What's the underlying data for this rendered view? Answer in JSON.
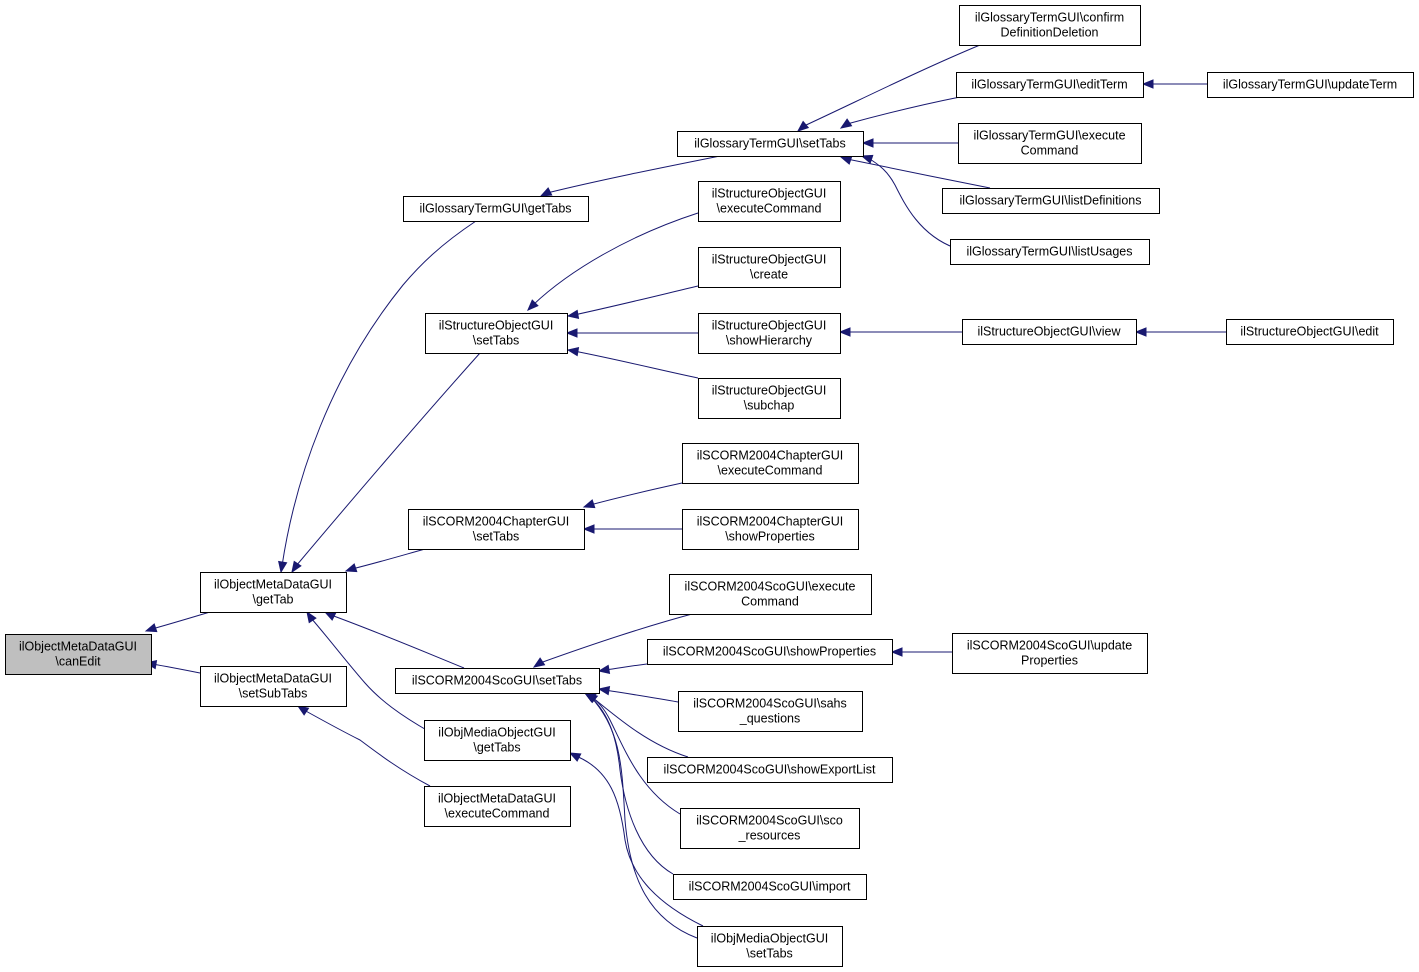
{
  "colors": {
    "edge": "#191970",
    "node_border": "#000000",
    "root_fill": "#bfbfbf",
    "node_fill": "#ffffff"
  },
  "nodes": [
    {
      "id": "canEdit",
      "lines": [
        "ilObjectMetaDataGUI",
        "\\canEdit"
      ],
      "highlight": true
    },
    {
      "id": "getTab",
      "lines": [
        "ilObjectMetaDataGUI",
        "\\getTab"
      ]
    },
    {
      "id": "setSubTabs",
      "lines": [
        "ilObjectMetaDataGUI",
        "\\setSubTabs"
      ]
    },
    {
      "id": "gtGetTabs",
      "lines": [
        "ilGlossaryTermGUI\\getTabs"
      ]
    },
    {
      "id": "gtSetTabs",
      "lines": [
        "ilGlossaryTermGUI\\setTabs"
      ]
    },
    {
      "id": "gtConfirm",
      "lines": [
        "ilGlossaryTermGUI\\confirm",
        "DefinitionDeletion"
      ]
    },
    {
      "id": "gtEditTerm",
      "lines": [
        "ilGlossaryTermGUI\\editTerm"
      ]
    },
    {
      "id": "gtUpdateTerm",
      "lines": [
        "ilGlossaryTermGUI\\updateTerm"
      ]
    },
    {
      "id": "gtExecute",
      "lines": [
        "ilGlossaryTermGUI\\execute",
        "Command"
      ]
    },
    {
      "id": "gtListDefs",
      "lines": [
        "ilGlossaryTermGUI\\listDefinitions"
      ]
    },
    {
      "id": "gtListUsages",
      "lines": [
        "ilGlossaryTermGUI\\listUsages"
      ]
    },
    {
      "id": "soSetTabs",
      "lines": [
        "ilStructureObjectGUI",
        "\\setTabs"
      ]
    },
    {
      "id": "soExecute",
      "lines": [
        "ilStructureObjectGUI",
        "\\executeCommand"
      ]
    },
    {
      "id": "soCreate",
      "lines": [
        "ilStructureObjectGUI",
        "\\create"
      ]
    },
    {
      "id": "soShowHier",
      "lines": [
        "ilStructureObjectGUI",
        "\\showHierarchy"
      ]
    },
    {
      "id": "soSubchap",
      "lines": [
        "ilStructureObjectGUI",
        "\\subchap"
      ]
    },
    {
      "id": "soView",
      "lines": [
        "ilStructureObjectGUI\\view"
      ]
    },
    {
      "id": "soEdit",
      "lines": [
        "ilStructureObjectGUI\\edit"
      ]
    },
    {
      "id": "chSetTabs",
      "lines": [
        "ilSCORM2004ChapterGUI",
        "\\setTabs"
      ]
    },
    {
      "id": "chExecute",
      "lines": [
        "ilSCORM2004ChapterGUI",
        "\\executeCommand"
      ]
    },
    {
      "id": "chShowProps",
      "lines": [
        "ilSCORM2004ChapterGUI",
        "\\showProperties"
      ]
    },
    {
      "id": "scoSetTabs",
      "lines": [
        "ilSCORM2004ScoGUI\\setTabs"
      ]
    },
    {
      "id": "scoExecute",
      "lines": [
        "ilSCORM2004ScoGUI\\execute",
        "Command"
      ]
    },
    {
      "id": "scoShowProps",
      "lines": [
        "ilSCORM2004ScoGUI\\showProperties"
      ]
    },
    {
      "id": "scoUpdateProps",
      "lines": [
        "ilSCORM2004ScoGUI\\update",
        "Properties"
      ]
    },
    {
      "id": "scoSahs",
      "lines": [
        "ilSCORM2004ScoGUI\\sahs",
        "_questions"
      ]
    },
    {
      "id": "scoExportList",
      "lines": [
        "ilSCORM2004ScoGUI\\showExportList"
      ]
    },
    {
      "id": "scoResources",
      "lines": [
        "ilSCORM2004ScoGUI\\sco",
        "_resources"
      ]
    },
    {
      "id": "scoImport",
      "lines": [
        "ilSCORM2004ScoGUI\\import"
      ]
    },
    {
      "id": "momGetTabs",
      "lines": [
        "ilObjMediaObjectGUI",
        "\\getTabs"
      ]
    },
    {
      "id": "momSetTabs",
      "lines": [
        "ilObjMediaObjectGUI",
        "\\setTabs"
      ]
    },
    {
      "id": "omdExecute",
      "lines": [
        "ilObjectMetaDataGUI",
        "\\executeCommand"
      ]
    }
  ],
  "edges": [
    {
      "from": "getTab",
      "to": "canEdit"
    },
    {
      "from": "setSubTabs",
      "to": "canEdit"
    },
    {
      "from": "gtGetTabs",
      "to": "getTab"
    },
    {
      "from": "soSetTabs",
      "to": "getTab"
    },
    {
      "from": "chSetTabs",
      "to": "getTab"
    },
    {
      "from": "scoSetTabs",
      "to": "getTab"
    },
    {
      "from": "momGetTabs",
      "to": "getTab"
    },
    {
      "from": "omdExecute",
      "to": "setSubTabs"
    },
    {
      "from": "gtSetTabs",
      "to": "gtGetTabs"
    },
    {
      "from": "gtConfirm",
      "to": "gtSetTabs"
    },
    {
      "from": "gtEditTerm",
      "to": "gtSetTabs"
    },
    {
      "from": "gtExecute",
      "to": "gtSetTabs"
    },
    {
      "from": "gtListDefs",
      "to": "gtSetTabs"
    },
    {
      "from": "gtListUsages",
      "to": "gtSetTabs"
    },
    {
      "from": "gtUpdateTerm",
      "to": "gtEditTerm"
    },
    {
      "from": "soExecute",
      "to": "soSetTabs"
    },
    {
      "from": "soCreate",
      "to": "soSetTabs"
    },
    {
      "from": "soShowHier",
      "to": "soSetTabs"
    },
    {
      "from": "soSubchap",
      "to": "soSetTabs"
    },
    {
      "from": "soView",
      "to": "soShowHier"
    },
    {
      "from": "soEdit",
      "to": "soView"
    },
    {
      "from": "chExecute",
      "to": "chSetTabs"
    },
    {
      "from": "chShowProps",
      "to": "chSetTabs"
    },
    {
      "from": "scoExecute",
      "to": "scoSetTabs"
    },
    {
      "from": "scoShowProps",
      "to": "scoSetTabs"
    },
    {
      "from": "scoSahs",
      "to": "scoSetTabs"
    },
    {
      "from": "scoExportList",
      "to": "scoSetTabs"
    },
    {
      "from": "scoResources",
      "to": "scoSetTabs"
    },
    {
      "from": "scoImport",
      "to": "scoSetTabs"
    },
    {
      "from": "momSetTabs",
      "to": "scoSetTabs"
    },
    {
      "from": "scoUpdateProps",
      "to": "scoShowProps"
    },
    {
      "from": "momSetTabs",
      "to": "momGetTabs"
    }
  ]
}
